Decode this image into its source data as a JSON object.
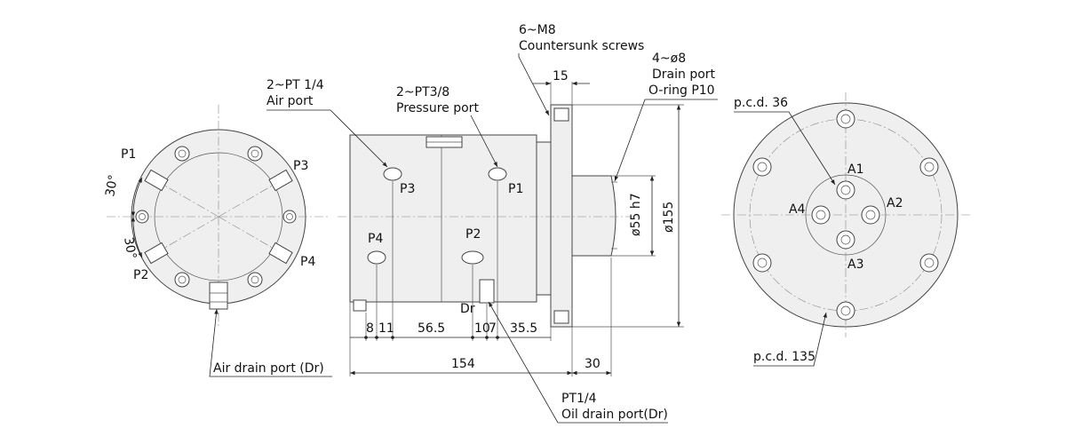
{
  "left_view": {
    "ports": {
      "p1": "P1",
      "p2": "P2",
      "p3": "P3",
      "p4": "P4"
    },
    "angle_upper": "30°",
    "angle_lower": "30°",
    "air_drain_label": "Air drain port (Dr)"
  },
  "side_view": {
    "air_port_spec": "2~PT 1/4",
    "air_port_label": "Air port",
    "pressure_port_spec": "2~PT3/8",
    "pressure_port_label": "Pressure port",
    "screws_spec": "6~M8",
    "screws_label": "Countersunk screws",
    "drain_spec": "4~ø8",
    "drain_label": "Drain port",
    "oring_label": "O-ring P10",
    "ports": {
      "p1": "P1",
      "p2": "P2",
      "p3": "P3",
      "p4": "P4"
    },
    "dr_label": "Dr",
    "dims": {
      "d15": "15",
      "d8": "8",
      "d11": "11",
      "d56_5": "56.5",
      "d10": "10",
      "d7": "7",
      "d35_5": "35.5",
      "d154": "154",
      "d30": "30",
      "dia55": "ø55 h7",
      "dia155": "ø155"
    },
    "oil_drain_spec": "PT1/4",
    "oil_drain_label": "Oil drain port(Dr)"
  },
  "right_view": {
    "pcd36": "p.c.d. 36",
    "pcd135": "p.c.d. 135",
    "ports": {
      "a1": "A1",
      "a2": "A2",
      "a3": "A3",
      "a4": "A4"
    }
  }
}
